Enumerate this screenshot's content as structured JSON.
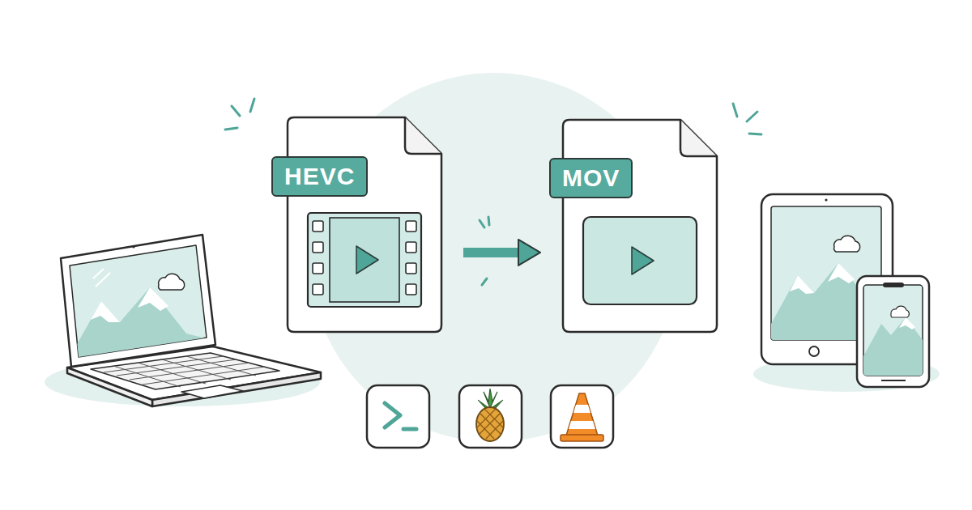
{
  "diagram": {
    "nodes": [
      {
        "text": [
          "HEVC"
        ]
      },
      {
        "text": [
          "MOV"
        ]
      }
    ],
    "edges": [
      {
        "from": 0,
        "to": 1,
        "arrow": "to"
      }
    ]
  }
}
